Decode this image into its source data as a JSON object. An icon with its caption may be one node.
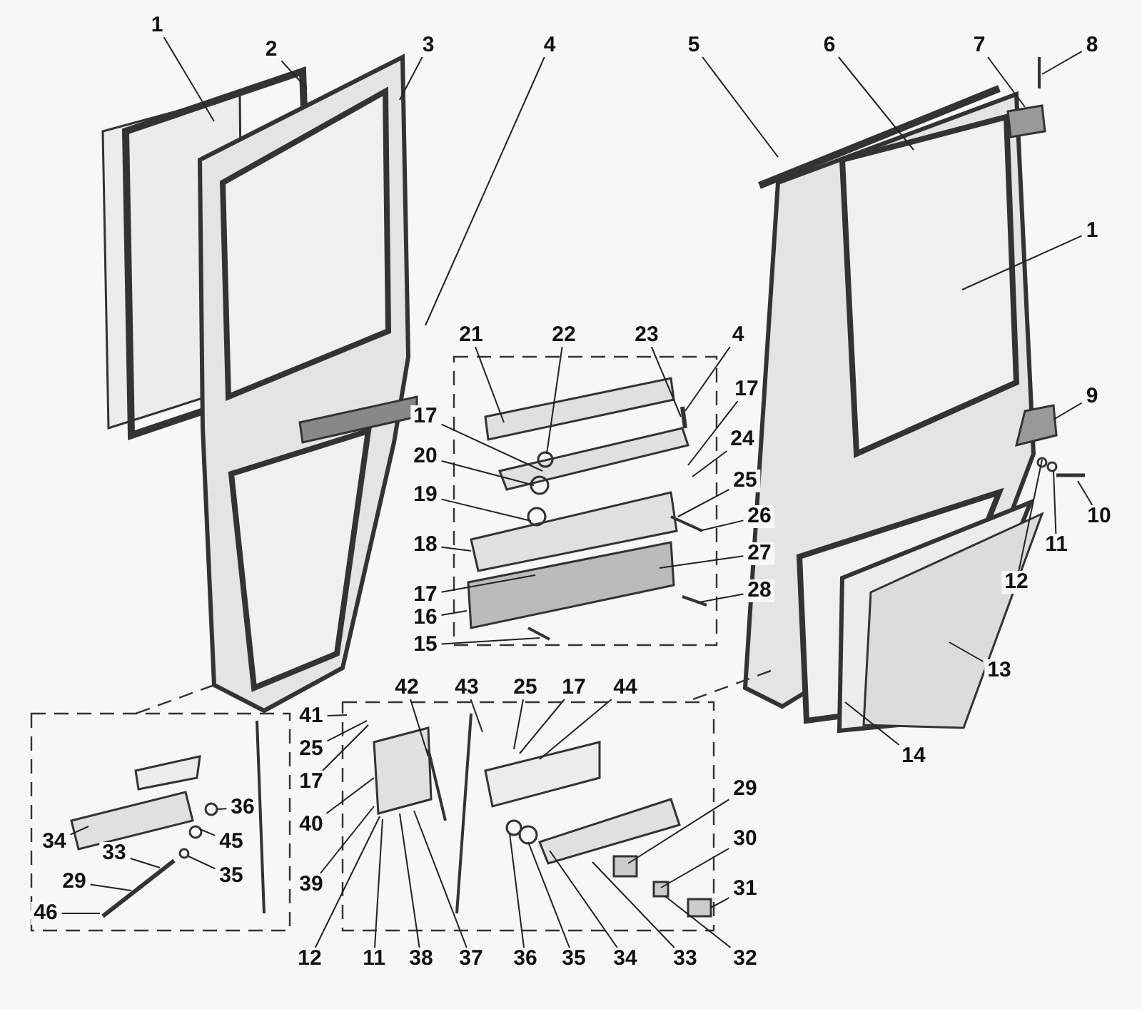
{
  "diagram": {
    "nodes": [
      {
        "text": [
          "1"
        ]
      },
      {
        "text": [
          "2"
        ]
      },
      {
        "text": [
          "3"
        ]
      },
      {
        "text": [
          "4"
        ]
      },
      {
        "text": [
          "5"
        ]
      },
      {
        "text": [
          "6"
        ]
      },
      {
        "text": [
          "7"
        ]
      },
      {
        "text": [
          "8"
        ]
      },
      {
        "text": [
          "1"
        ]
      },
      {
        "text": [
          "9"
        ]
      },
      {
        "text": [
          "10"
        ]
      },
      {
        "text": [
          "11"
        ]
      },
      {
        "text": [
          "12"
        ]
      },
      {
        "text": [
          "13"
        ]
      },
      {
        "text": [
          "14"
        ]
      },
      {
        "text": [
          "21"
        ]
      },
      {
        "text": [
          "22"
        ]
      },
      {
        "text": [
          "23"
        ]
      },
      {
        "text": [
          "4"
        ]
      },
      {
        "text": [
          "17"
        ]
      },
      {
        "text": [
          "24"
        ]
      },
      {
        "text": [
          "25"
        ]
      },
      {
        "text": [
          "26"
        ]
      },
      {
        "text": [
          "27"
        ]
      },
      {
        "text": [
          "28"
        ]
      },
      {
        "text": [
          "17"
        ]
      },
      {
        "text": [
          "20"
        ]
      },
      {
        "text": [
          "19"
        ]
      },
      {
        "text": [
          "18"
        ]
      },
      {
        "text": [
          "17"
        ]
      },
      {
        "text": [
          "16"
        ]
      },
      {
        "text": [
          "15"
        ]
      },
      {
        "text": [
          "42"
        ]
      },
      {
        "text": [
          "43"
        ]
      },
      {
        "text": [
          "25"
        ]
      },
      {
        "text": [
          "17"
        ]
      },
      {
        "text": [
          "44"
        ]
      },
      {
        "text": [
          "41"
        ]
      },
      {
        "text": [
          "25"
        ]
      },
      {
        "text": [
          "17"
        ]
      },
      {
        "text": [
          "40"
        ]
      },
      {
        "text": [
          "39"
        ]
      },
      {
        "text": [
          "36"
        ]
      },
      {
        "text": [
          "45"
        ]
      },
      {
        "text": [
          "35"
        ]
      },
      {
        "text": [
          "34"
        ]
      },
      {
        "text": [
          "33"
        ]
      },
      {
        "text": [
          "29"
        ]
      },
      {
        "text": [
          "46"
        ]
      },
      {
        "text": [
          "29"
        ]
      },
      {
        "text": [
          "30"
        ]
      },
      {
        "text": [
          "31"
        ]
      },
      {
        "text": [
          "12"
        ]
      },
      {
        "text": [
          "11"
        ]
      },
      {
        "text": [
          "38"
        ]
      },
      {
        "text": [
          "37"
        ]
      },
      {
        "text": [
          "36"
        ]
      },
      {
        "text": [
          "35"
        ]
      },
      {
        "text": [
          "34"
        ]
      },
      {
        "text": [
          "33"
        ]
      },
      {
        "text": [
          "32"
        ]
      }
    ],
    "edges": [
      {
        "from": 0,
        "to": null,
        "arrow": "none"
      },
      {
        "from": 1,
        "to": null,
        "arrow": "none"
      },
      {
        "from": 2,
        "to": null,
        "arrow": "none"
      },
      {
        "from": 3,
        "to": null,
        "arrow": "none"
      },
      {
        "from": 4,
        "to": null,
        "arrow": "none"
      },
      {
        "from": 5,
        "to": null,
        "arrow": "none"
      },
      {
        "from": 6,
        "to": null,
        "arrow": "none"
      },
      {
        "from": 7,
        "to": null,
        "arrow": "none"
      },
      {
        "from": 8,
        "to": null,
        "arrow": "none"
      },
      {
        "from": 9,
        "to": null,
        "arrow": "none"
      },
      {
        "from": 10,
        "to": null,
        "arrow": "none"
      },
      {
        "from": 11,
        "to": null,
        "arrow": "none"
      },
      {
        "from": 12,
        "to": null,
        "arrow": "none"
      },
      {
        "from": 13,
        "to": null,
        "arrow": "none"
      },
      {
        "from": 14,
        "to": null,
        "arrow": "none"
      },
      {
        "from": 15,
        "to": null,
        "arrow": "none"
      },
      {
        "from": 16,
        "to": null,
        "arrow": "none"
      },
      {
        "from": 17,
        "to": null,
        "arrow": "none"
      },
      {
        "from": 18,
        "to": null,
        "arrow": "none"
      },
      {
        "from": 19,
        "to": null,
        "arrow": "none"
      },
      {
        "from": 20,
        "to": null,
        "arrow": "none"
      },
      {
        "from": 21,
        "to": null,
        "arrow": "none"
      },
      {
        "from": 22,
        "to": null,
        "arrow": "none"
      },
      {
        "from": 23,
        "to": null,
        "arrow": "none"
      },
      {
        "from": 24,
        "to": null,
        "arrow": "none"
      },
      {
        "from": 25,
        "to": null,
        "arrow": "none"
      },
      {
        "from": 26,
        "to": null,
        "arrow": "none"
      },
      {
        "from": 27,
        "to": null,
        "arrow": "none"
      },
      {
        "from": 28,
        "to": null,
        "arrow": "none"
      },
      {
        "from": 29,
        "to": null,
        "arrow": "none"
      },
      {
        "from": 30,
        "to": null,
        "arrow": "none"
      },
      {
        "from": 31,
        "to": null,
        "arrow": "none"
      },
      {
        "from": 32,
        "to": null,
        "arrow": "none"
      },
      {
        "from": 33,
        "to": null,
        "arrow": "none"
      },
      {
        "from": 34,
        "to": null,
        "arrow": "none"
      },
      {
        "from": 35,
        "to": null,
        "arrow": "none"
      },
      {
        "from": 36,
        "to": null,
        "arrow": "none"
      },
      {
        "from": 37,
        "to": null,
        "arrow": "none"
      },
      {
        "from": 38,
        "to": null,
        "arrow": "none"
      },
      {
        "from": 39,
        "to": null,
        "arrow": "none"
      },
      {
        "from": 40,
        "to": null,
        "arrow": "none"
      },
      {
        "from": 41,
        "to": null,
        "arrow": "none"
      },
      {
        "from": 42,
        "to": null,
        "arrow": "none"
      },
      {
        "from": 43,
        "to": null,
        "arrow": "none"
      },
      {
        "from": 44,
        "to": null,
        "arrow": "none"
      },
      {
        "from": 45,
        "to": null,
        "arrow": "none"
      },
      {
        "from": 46,
        "to": null,
        "arrow": "none"
      },
      {
        "from": 47,
        "to": null,
        "arrow": "none"
      },
      {
        "from": 48,
        "to": null,
        "arrow": "none"
      },
      {
        "from": 49,
        "to": null,
        "arrow": "none"
      },
      {
        "from": 50,
        "to": null,
        "arrow": "none"
      },
      {
        "from": 51,
        "to": null,
        "arrow": "none"
      },
      {
        "from": 52,
        "to": null,
        "arrow": "none"
      },
      {
        "from": 53,
        "to": null,
        "arrow": "none"
      },
      {
        "from": 54,
        "to": null,
        "arrow": "none"
      },
      {
        "from": 55,
        "to": null,
        "arrow": "none"
      },
      {
        "from": 56,
        "to": null,
        "arrow": "none"
      },
      {
        "from": 57,
        "to": null,
        "arrow": "none"
      },
      {
        "from": 58,
        "to": null,
        "arrow": "none"
      },
      {
        "from": 59,
        "to": null,
        "arrow": "none"
      },
      {
        "from": 60,
        "to": null,
        "arrow": "none"
      }
    ]
  }
}
